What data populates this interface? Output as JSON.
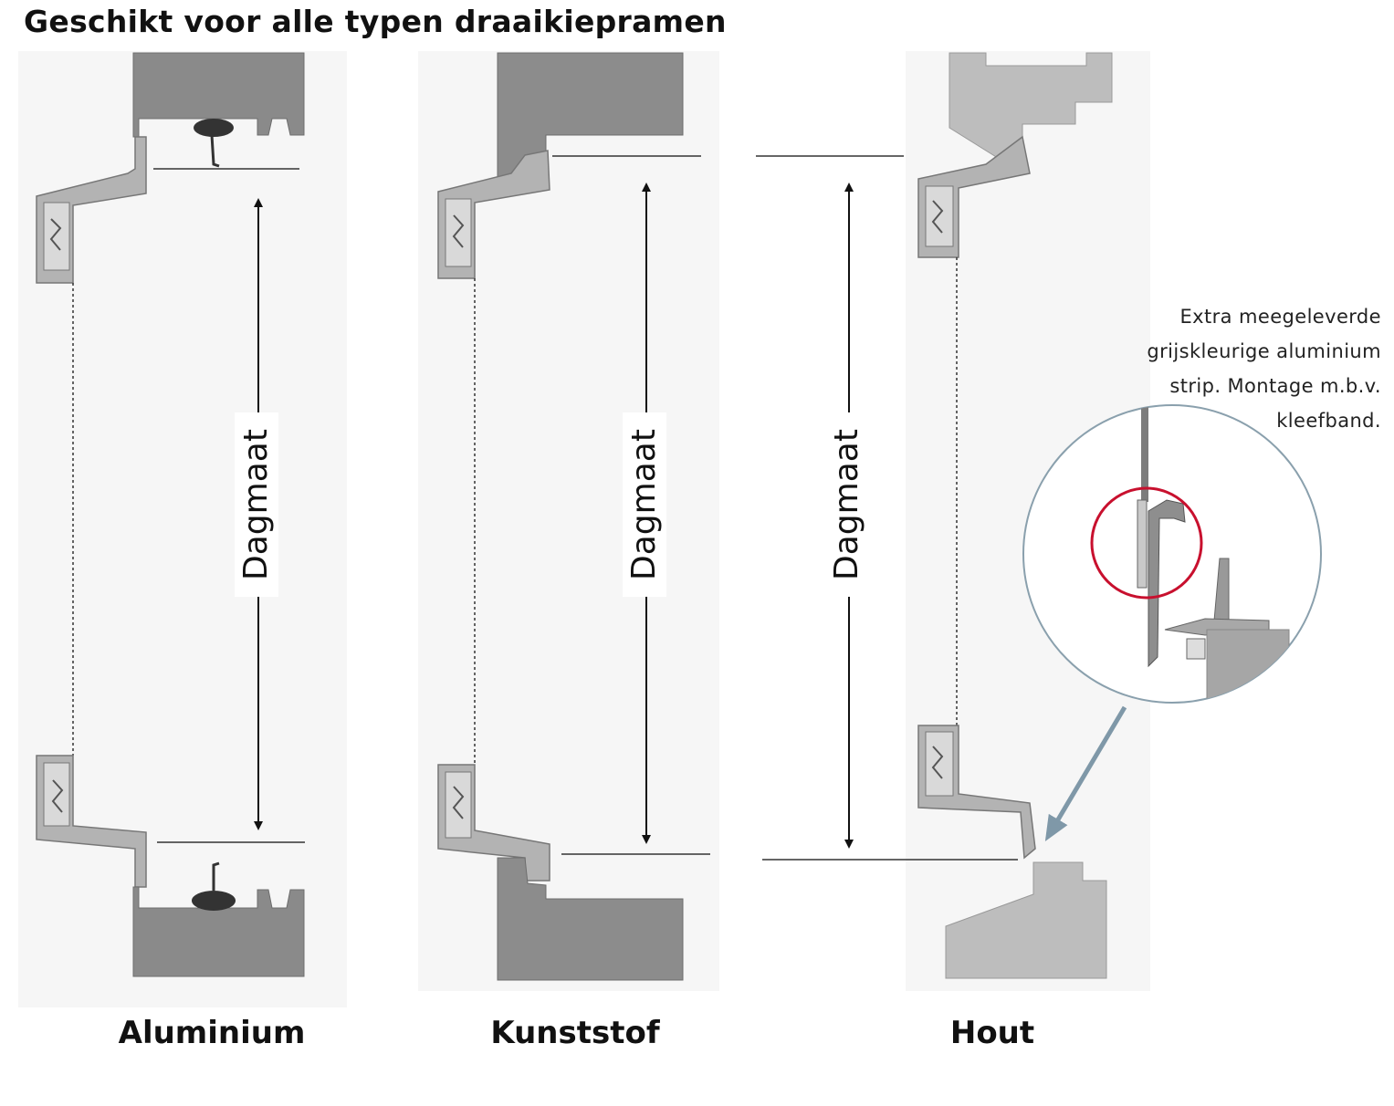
{
  "title": "Geschikt voor alle typen draaikiepramen",
  "columns": [
    {
      "label": "Aluminium",
      "dimension_label": "Dagmaat"
    },
    {
      "label": "Kunststof",
      "dimension_label": "Dagmaat"
    },
    {
      "label": "Hout",
      "dimension_label": "Dagmaat"
    }
  ],
  "detail_note": "Extra meegeleverde grijskleurige aluminium strip. Montage m.b.v. kleefband.",
  "colors": {
    "aluminium_frame": "#8a8a8a",
    "kunststof_frame": "#8c8c8c",
    "hout_frame": "#bdbdbd",
    "profile": "#b3b3b3",
    "highlight_ring": "#c8102e",
    "callout": "#7f98a8"
  }
}
